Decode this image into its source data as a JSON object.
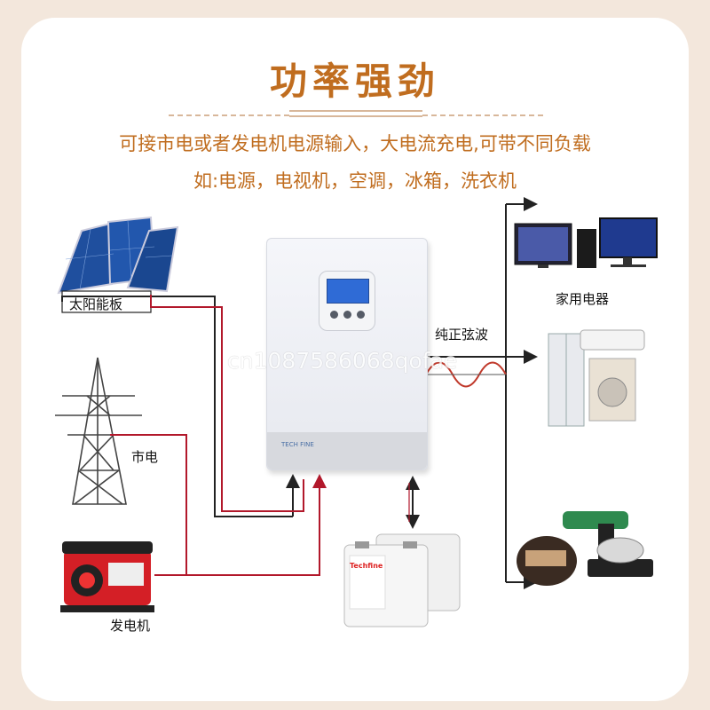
{
  "title": "功率强劲",
  "subtitle_line1": "可接市电或者发电机电源输入，大电流充电,可带不同负载",
  "subtitle_line2": "如:电源，电视机，空调，冰箱，洗衣机",
  "sources": {
    "solar_label": "太阳能板",
    "grid_label": "市电",
    "generator_label": "发电机"
  },
  "output": {
    "wave_label": "纯正弦波",
    "appliances_label": "家用电器"
  },
  "battery_brand": "Techfine",
  "inverter_logo_text": "TECH FINE",
  "watermark": "cn1087586068qofae",
  "colors": {
    "title": "#c06d1f",
    "grid_line": "#b2182b",
    "wave": "#c0392b",
    "arrow": "#222222",
    "background": "#f3e7dc"
  }
}
